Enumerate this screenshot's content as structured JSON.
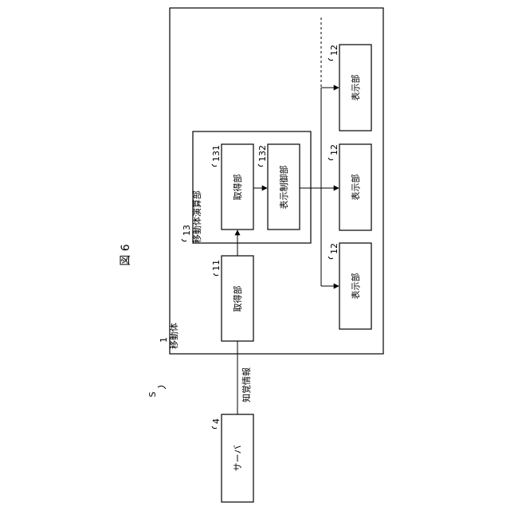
{
  "figure": {
    "title": "図 6",
    "system_label": "S"
  },
  "mobile_body": {
    "label": "移動体",
    "ref": "1"
  },
  "acquisition_unit": {
    "label": "取得部",
    "ref": "11"
  },
  "compute_unit": {
    "label": "移動体演算部",
    "ref": "13"
  },
  "compute_acquisition": {
    "label": "取得部",
    "ref": "131"
  },
  "display_control": {
    "label": "表示制御部",
    "ref": "132"
  },
  "display_units": [
    {
      "label": "表示部",
      "ref": "12"
    },
    {
      "label": "表示部",
      "ref": "12"
    },
    {
      "label": "表示部",
      "ref": "12"
    }
  ],
  "server": {
    "label": "サーバ",
    "ref": "4"
  },
  "link_label": "知覚情報"
}
